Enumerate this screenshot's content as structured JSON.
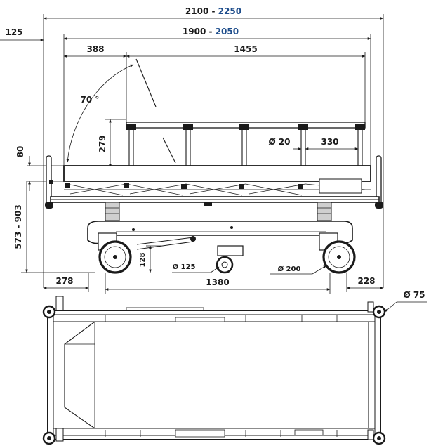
{
  "dimensions": {
    "overall_length": {
      "base": "2100 - ",
      "alt": "2250"
    },
    "headboard_offset": "125",
    "mattress_length": {
      "base": "1900 - ",
      "alt": "2050"
    },
    "rail_gap": "388",
    "rail_length": "1455",
    "tilt_angle": "70 °",
    "rail_height": "279",
    "tube_diameter": "Ø 20",
    "post_spacing": "330",
    "mattress_thickness": "80",
    "height_range": "573 - 903",
    "castor_offset_left": "278",
    "center_wheel_height": "128",
    "center_wheel_diameter": "Ø 125",
    "castor_diameter": "Ø 200",
    "wheelbase": "1380",
    "castor_offset_right": "228",
    "bumper_diameter": "Ø 75"
  },
  "colors": {
    "line": "#1a1a1a",
    "accent": "#1f4e8c"
  }
}
